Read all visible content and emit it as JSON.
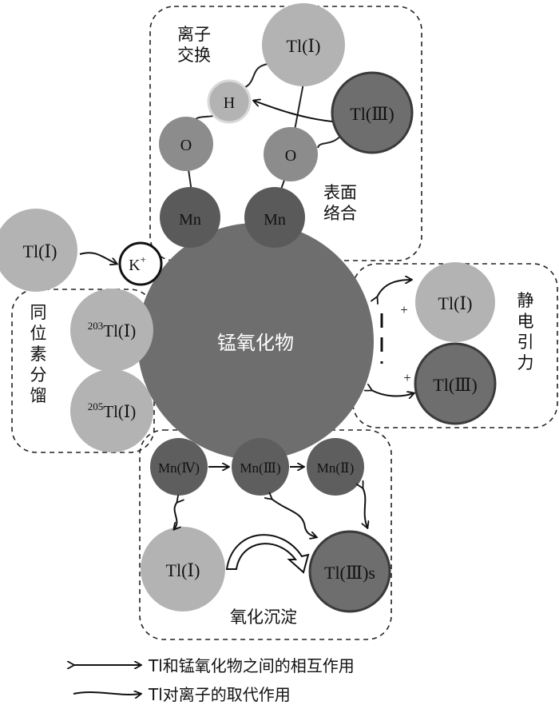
{
  "center": {
    "label": "锰氧化物"
  },
  "regions": {
    "ion_exchange": "离子\n交换",
    "surface_complex": "表面\n络合",
    "isotope_fractionation": "同\n位\n素\n分\n馏",
    "electrostatic": "静\n电\n引\n力",
    "oxidation_precipitation": "氧化沉淀"
  },
  "ions": {
    "tl1_top": "Tl(Ⅰ)",
    "tl3_top": "Tl(Ⅲ)",
    "h": "H",
    "o_left": "O",
    "o_right": "O",
    "mn_left": "Mn",
    "mn_right": "Mn",
    "tl1_left": "Tl(Ⅰ)",
    "k_plus": "K",
    "k_sup": "+",
    "tl203_mass": "203",
    "tl203_label": "Tl(Ⅰ)",
    "tl205_mass": "205",
    "tl205_label": "Tl(Ⅰ)",
    "tl1_right": "Tl(Ⅰ)",
    "tl3_right": "Tl(Ⅲ)",
    "plus_top": "+",
    "plus_bottom": "+",
    "mn4": "Mn(Ⅳ)",
    "mn3": "Mn(Ⅲ)",
    "mn2": "Mn(Ⅱ)",
    "tl1_bottom": "Tl(Ⅰ)",
    "tl3s": "Tl(Ⅲ)s"
  },
  "legend": {
    "interaction": "Tl和锰氧化物之间的相互作用",
    "substitution": "Tl对离子的取代作用"
  },
  "colors": {
    "light_gray": "#b3b3b3",
    "medium_gray": "#8c8c8c",
    "dark_gray": "#6e6e6e",
    "outline": "#3a3a3a"
  }
}
